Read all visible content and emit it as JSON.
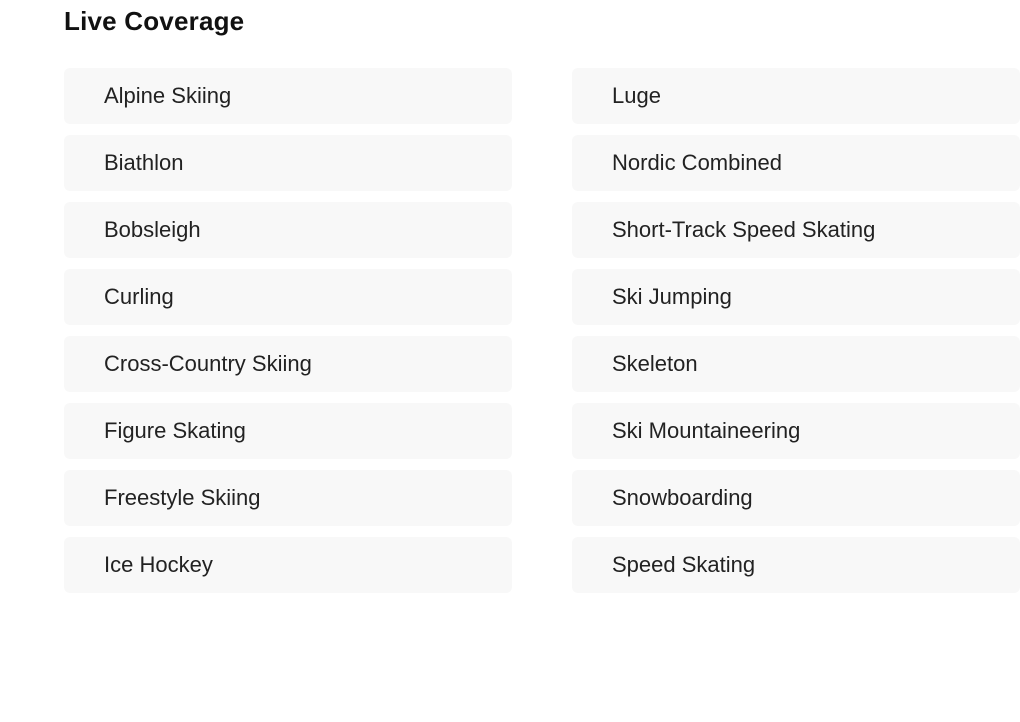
{
  "header": {
    "title": "Live Coverage"
  },
  "sports": [
    "Alpine Skiing",
    "Biathlon",
    "Bobsleigh",
    "Curling",
    "Cross-Country Skiing",
    "Figure Skating",
    "Freestyle Skiing",
    "Ice Hockey",
    "Luge",
    "Nordic Combined",
    "Short-Track Speed Skating",
    "Ski Jumping",
    "Skeleton",
    "Ski Mountaineering",
    "Snowboarding",
    "Speed Skating"
  ]
}
